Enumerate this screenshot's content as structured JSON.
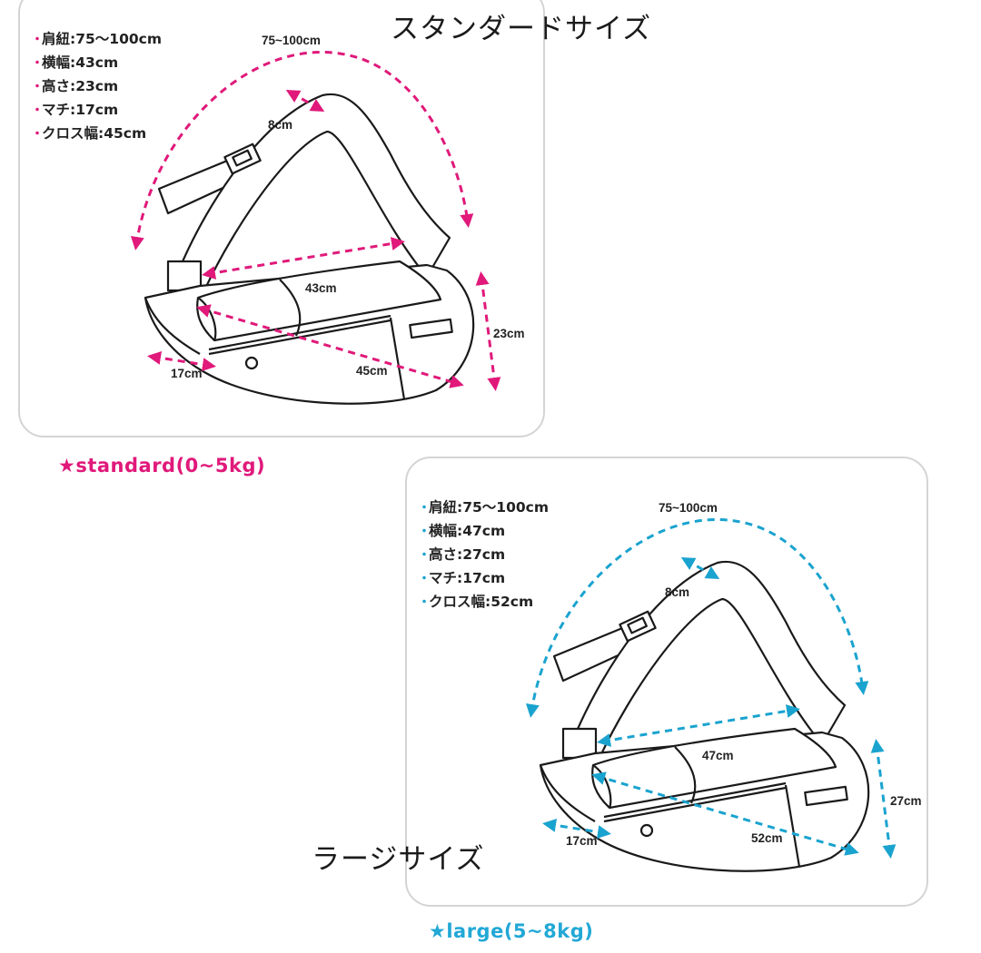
{
  "standard": {
    "title": "スタンダードサイズ",
    "accent_color": "#e0197a",
    "specs": [
      {
        "label": "肩紐",
        "value": "75〜100cm"
      },
      {
        "label": "横幅",
        "value": "43cm"
      },
      {
        "label": "高さ",
        "value": "23cm"
      },
      {
        "label": "マチ",
        "value": "17cm"
      },
      {
        "label": "クロス幅",
        "value": "45cm"
      }
    ],
    "dims": {
      "strap": "75~100cm",
      "strap_width": "8cm",
      "width": "43cm",
      "height": "23cm",
      "depth": "17cm",
      "cross": "45cm"
    },
    "caption": "★standard(0~5kg)"
  },
  "large": {
    "title": "ラージサイズ",
    "accent_color": "#1aa3cf",
    "specs": [
      {
        "label": "肩紐",
        "value": "75〜100cm"
      },
      {
        "label": "横幅",
        "value": "47cm"
      },
      {
        "label": "高さ",
        "value": "27cm"
      },
      {
        "label": "マチ",
        "value": "17cm"
      },
      {
        "label": "クロス幅",
        "value": "52cm"
      }
    ],
    "dims": {
      "strap": "75~100cm",
      "strap_width": "8cm",
      "width": "47cm",
      "height": "27cm",
      "depth": "17cm",
      "cross": "52cm"
    },
    "caption": "★large(5~8kg)"
  }
}
